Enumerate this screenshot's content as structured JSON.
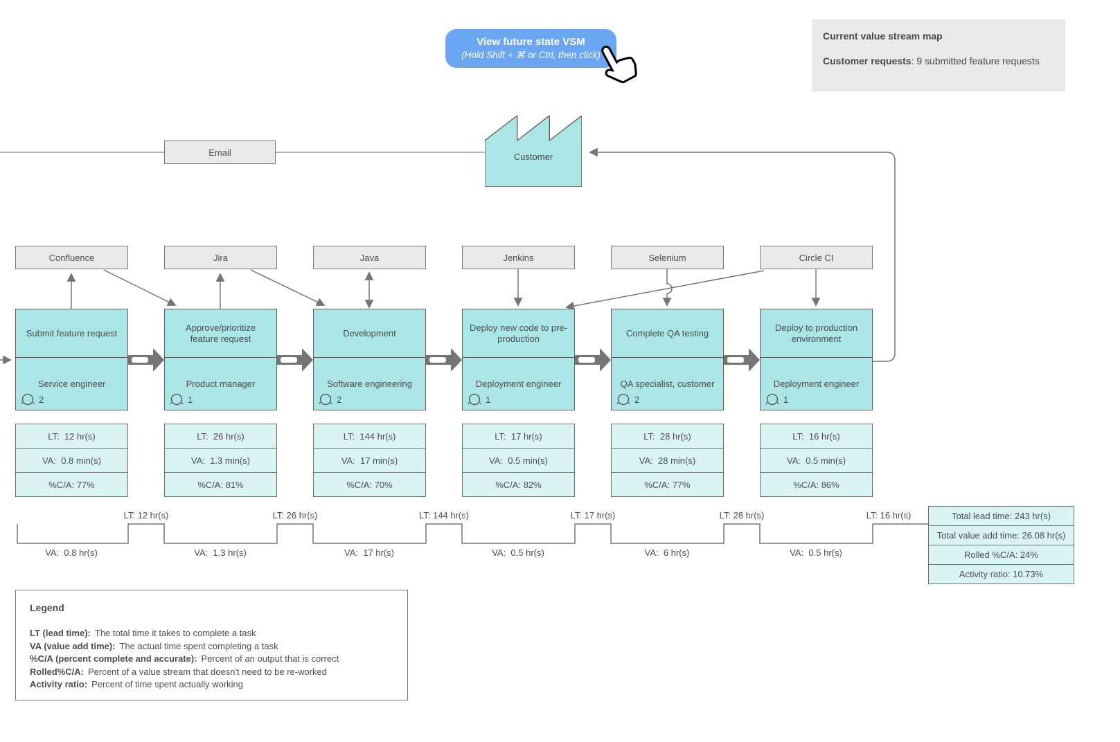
{
  "colors": {
    "accent_blue": "#6ba6f2",
    "process_fill": "#abe5e5",
    "metric_fill": "#daf3f3",
    "tool_fill": "#e9e9e9",
    "connector_gray": "#757575",
    "text_gray": "#4d4d4d"
  },
  "cta_button": {
    "title": "View future state VSM",
    "subtitle": "(Hold Shift + ⌘ or Ctrl, then click)"
  },
  "info_box": {
    "title": "Current value stream map",
    "bold_label": "Customer requests",
    "rest": ": 9 submitted feature requests"
  },
  "supplier": {
    "label": "Customer"
  },
  "inbox": {
    "label": "Email"
  },
  "tools": [
    {
      "label": "Confluence"
    },
    {
      "label": "Jira"
    },
    {
      "label": "Java"
    },
    {
      "label": "Jenkins"
    },
    {
      "label": "Selenium"
    },
    {
      "label": "Circle CI"
    }
  ],
  "processes": [
    {
      "title": "Submit feature request",
      "role": "Service engineer",
      "operators": "2",
      "lt": "LT:  12 hr(s)",
      "va": "VA:  0.8 min(s)",
      "ca": "%C/A: 77%",
      "timeline_lt": "LT: 12 hr(s)",
      "timeline_va": "VA:  0.8 hr(s)"
    },
    {
      "title": "Approve/prioritize feature request",
      "role": "Product manager",
      "operators": "1",
      "lt": "LT:  26 hr(s)",
      "va": "VA:  1.3 min(s)",
      "ca": "%C/A: 81%",
      "timeline_lt": "LT: 26 hr(s)",
      "timeline_va": "VA:  1.3 hr(s)"
    },
    {
      "title": "Development",
      "role": "Software engineering",
      "operators": "2",
      "lt": "LT:  144 hr(s)",
      "va": "VA:  17 min(s)",
      "ca": "%C/A: 70%",
      "timeline_lt": "LT: 144 hr(s)",
      "timeline_va": "VA:  17 hr(s)"
    },
    {
      "title": "Deploy new code to pre-production",
      "role": "Deployment engineer",
      "operators": "1",
      "lt": "LT:  17 hr(s)",
      "va": "VA:  0.5 min(s)",
      "ca": "%C/A: 82%",
      "timeline_lt": "LT: 17 hr(s)",
      "timeline_va": "VA:  0.5 hr(s)"
    },
    {
      "title": "Complete QA testing",
      "role": "QA specialist, customer",
      "operators": "2",
      "lt": "LT:  28 hr(s)",
      "va": "VA:  28 min(s)",
      "ca": "%C/A: 77%",
      "timeline_lt": "LT: 28 hr(s)",
      "timeline_va": "VA:  6 hr(s)"
    },
    {
      "title": "Deploy to production environment",
      "role": "Deployment engineer",
      "operators": "1",
      "lt": "LT:  16 hr(s)",
      "va": "VA:  0.5 min(s)",
      "ca": "%C/A: 86%",
      "timeline_lt": "LT: 16 hr(s)",
      "timeline_va": "VA:  0.5 hr(s)"
    }
  ],
  "totals": {
    "rows": [
      "Total lead time: 243 hr(s)",
      "Total value add time: 26.08 hr(s)",
      "Rolled %C/A: 24%",
      "Activity ratio: 10.73%"
    ]
  },
  "legend": {
    "title": "Legend",
    "items": [
      {
        "term": "LT (lead time):",
        "definition": "The total time it takes to complete a task"
      },
      {
        "term": "VA (value add time):",
        "definition": "The actual time spent completing a task"
      },
      {
        "term": "%C/A (percent complete and accurate):",
        "definition": "Percent of an output that is correct"
      },
      {
        "term": "Rolled%C/A:",
        "definition": "Percent of a value stream that doesn't need to be re-worked"
      },
      {
        "term": "Activity ratio:",
        "definition": "Percent of time spent actually working"
      }
    ]
  }
}
